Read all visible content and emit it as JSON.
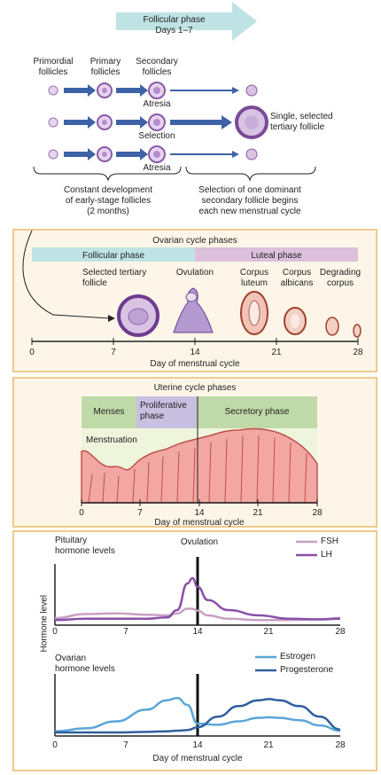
{
  "follicle_stage": {
    "phase_arrow": {
      "line1": "Follicular phase",
      "line2": "Days 1–7"
    },
    "headers": {
      "primordial": [
        "Primordial",
        "follicles"
      ],
      "primary": [
        "Primary",
        "follicles"
      ],
      "secondary": [
        "Secondary",
        "follicles"
      ]
    },
    "labels": {
      "atresia_top": "Atresia",
      "selection": "Selection",
      "atresia_bottom": "Atresia",
      "tertiary": [
        "Single, selected",
        "tertiary follicle"
      ]
    },
    "captions": {
      "left": [
        "Constant development",
        "of early-stage follicles",
        "(2 months)"
      ],
      "right": [
        "Selection of one dominant",
        "secondary follicle begins",
        "each new menstrual cycle"
      ]
    }
  },
  "ovarian_panel": {
    "title": "Ovarian cycle phases",
    "follicular_phase": "Follicular phase",
    "luteal_phase": "Luteal phase",
    "stages": {
      "selected_tertiary": [
        "Selected tertiary",
        "follicle"
      ],
      "ovulation": "Ovulation",
      "corpus_luteum": [
        "Corpus",
        "luteum"
      ],
      "corpus_albicans": [
        "Corpus",
        "albicans"
      ],
      "degrading": [
        "Degrading",
        "corpus"
      ]
    },
    "ticks": [
      "0",
      "7",
      "14",
      "21",
      "28"
    ],
    "xlabel": "Day of menstrual cycle"
  },
  "uterine_panel": {
    "title": "Uterine cycle phases",
    "menses": "Menses",
    "proliferative": [
      "Proliferative",
      "phase"
    ],
    "secretory": "Secretory phase",
    "menstruation": "Menstruation",
    "ticks": [
      "0",
      "7",
      "14",
      "21",
      "28"
    ],
    "xlabel": "Day of menstrual cycle"
  },
  "hormone_panel": {
    "ylabel": "Hormone level",
    "pituitary_label": [
      "Pituitary",
      "hormone levels"
    ],
    "ovulation": "Ovulation",
    "ovarian_label": [
      "Ovarian",
      "hormone levels"
    ],
    "ticks": [
      "0",
      "7",
      "14",
      "21",
      "28"
    ],
    "xlabel": "Day of menstrual cycle",
    "colors": {
      "fsh": "#c8a0c4",
      "lh": "#8a4fa8",
      "estrogen": "#5aa6d8",
      "progesterone": "#2f5f9e"
    }
  },
  "chart_data": [
    {
      "type": "line",
      "title": "",
      "xlabel": "",
      "ylabel": "Hormone level",
      "xlim": [
        0,
        28
      ],
      "ylim": [
        0,
        1
      ],
      "x": [
        0,
        3,
        6,
        9,
        11,
        12,
        13,
        13.5,
        14,
        15,
        17,
        20,
        23,
        26,
        28
      ],
      "series": [
        {
          "name": "FSH",
          "values": [
            0.08,
            0.14,
            0.15,
            0.13,
            0.12,
            0.15,
            0.22,
            0.22,
            0.19,
            0.12,
            0.07,
            0.05,
            0.05,
            0.06,
            0.08
          ]
        },
        {
          "name": "LH",
          "values": [
            0.05,
            0.07,
            0.07,
            0.07,
            0.09,
            0.2,
            0.6,
            0.68,
            0.55,
            0.35,
            0.2,
            0.12,
            0.07,
            0.06,
            0.07
          ]
        }
      ]
    },
    {
      "type": "line",
      "title": "",
      "xlabel": "Day of menstrual cycle",
      "ylabel": "Hormone level",
      "xlim": [
        0,
        28
      ],
      "ylim": [
        0,
        1
      ],
      "x": [
        0,
        3,
        6,
        9,
        11,
        12,
        13,
        14,
        16,
        18,
        20,
        21,
        22,
        24,
        26,
        28
      ],
      "series": [
        {
          "name": "Estrogen",
          "values": [
            0.05,
            0.1,
            0.22,
            0.42,
            0.58,
            0.62,
            0.5,
            0.18,
            0.16,
            0.22,
            0.28,
            0.29,
            0.28,
            0.24,
            0.15,
            0.06
          ]
        },
        {
          "name": "Progesterone",
          "values": [
            0.03,
            0.03,
            0.03,
            0.04,
            0.05,
            0.06,
            0.07,
            0.12,
            0.3,
            0.48,
            0.58,
            0.6,
            0.58,
            0.48,
            0.3,
            0.08
          ]
        }
      ]
    }
  ]
}
